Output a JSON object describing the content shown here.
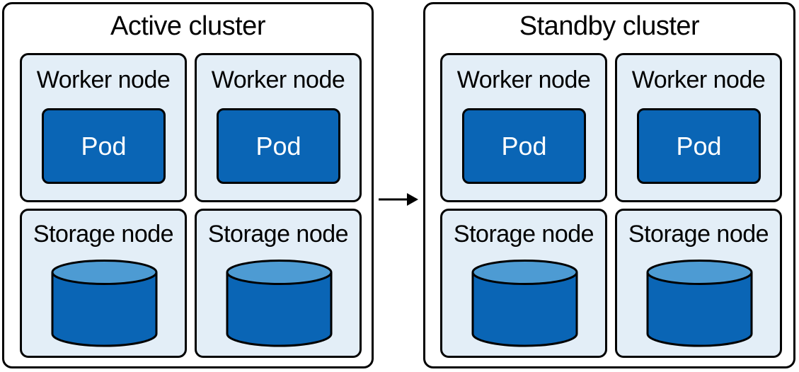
{
  "clusters": [
    {
      "title": "Active cluster",
      "worker_nodes": [
        {
          "label": "Worker node",
          "pod_label": "Pod"
        },
        {
          "label": "Worker node",
          "pod_label": "Pod"
        }
      ],
      "storage_nodes": [
        {
          "label": "Storage node"
        },
        {
          "label": "Storage node"
        }
      ]
    },
    {
      "title": "Standby cluster",
      "worker_nodes": [
        {
          "label": "Worker node",
          "pod_label": "Pod"
        },
        {
          "label": "Worker node",
          "pod_label": "Pod"
        }
      ],
      "storage_nodes": [
        {
          "label": "Storage node"
        },
        {
          "label": "Storage node"
        }
      ]
    }
  ],
  "colors": {
    "node_fill": "#e3eef7",
    "pod_fill": "#0a65b5",
    "cylinder_body": "#0a65b5",
    "cylinder_top": "#4d9bd3",
    "outline": "#000000"
  },
  "icons": {
    "connector": "right-arrow-icon",
    "storage": "database-cylinder-icon"
  }
}
